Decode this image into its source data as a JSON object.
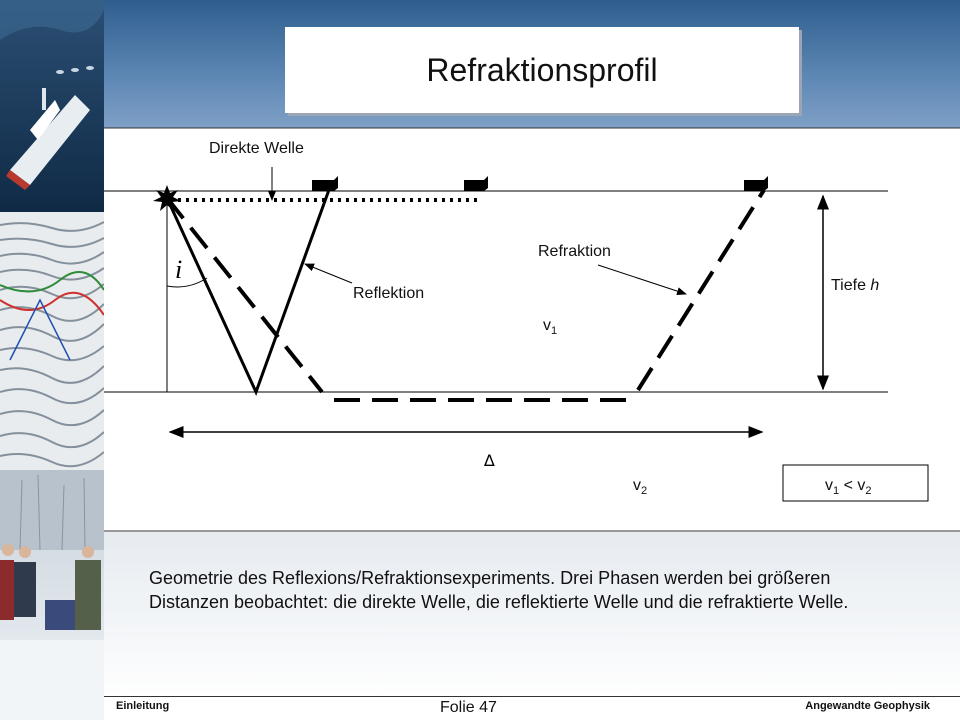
{
  "slide": {
    "title": "Refraktionsprofil",
    "slide_number": "Folie 47",
    "footer_left": "Einleitung",
    "footer_right": "Angewandte Geophysik"
  },
  "diagram": {
    "labels": {
      "direct_wave": "Direkte Welle",
      "refraction": "Refraktion",
      "reflection": "Reflektion",
      "angle": "i",
      "depth": "Tiefe ",
      "depth_var": "h",
      "v1": "v",
      "v1_sub": "1",
      "v2": "v",
      "v2_sub": "2",
      "distance": "∆",
      "relation_v1": "v",
      "relation_v1_sub": "1",
      "relation_op": " < ",
      "relation_v2": "v",
      "relation_v2_sub": "2"
    }
  },
  "caption": {
    "text": "Geometrie des Reflexions/Refraktionsexperiments. Drei Phasen werden bei größeren Distanzen beobachtet: die direkte Welle, die reflektierte Welle und die refraktierte Welle."
  },
  "colors": {
    "header": "#4f7aa8",
    "lines": "#000000"
  }
}
